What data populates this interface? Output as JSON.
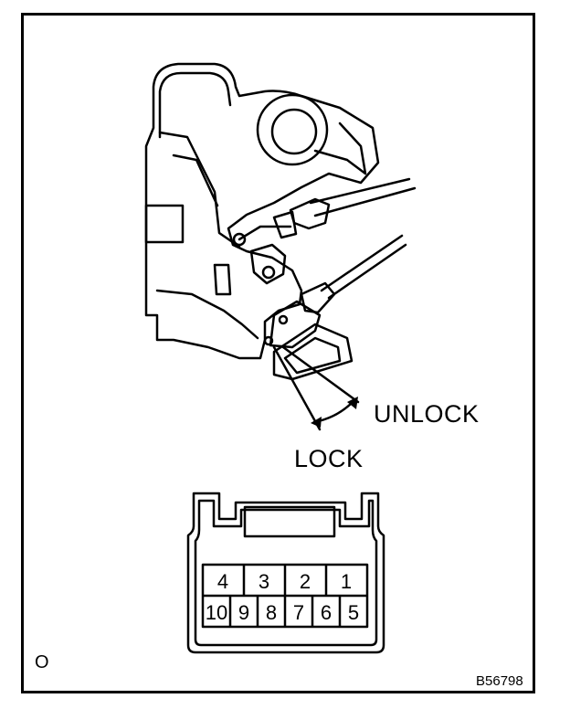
{
  "labels": {
    "unlock": "UNLOCK",
    "lock": "LOCK",
    "corner_code": "O",
    "reference_code": "B56798"
  },
  "connector": {
    "top_row": [
      "4",
      "3",
      "2",
      "1"
    ],
    "bottom_row": [
      "10",
      "9",
      "8",
      "7",
      "6",
      "5"
    ]
  }
}
